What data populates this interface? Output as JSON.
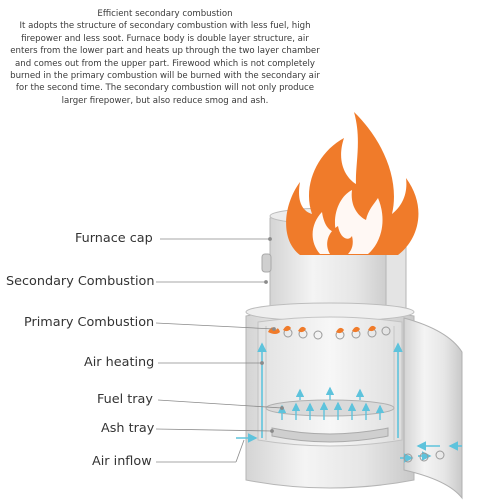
{
  "description": {
    "heading": "Efficient secondary combustion",
    "body": "It adopts the structure of secondary combustion with less fuel, high firepower and less soot. Furnace body is double layer structure, air enters from the lower part and heats up through the two layer chamber and comes out from the upper part. Firewood which is not completely burned in the primary combustion will be burned with the secondary air for the second time. The secondary combustion will not only produce larger firepower, but also reduce smog and ash."
  },
  "labels": {
    "furnace_cap": "Furnace cap",
    "secondary_combustion": "Secondary Combustion",
    "primary_combustion": "Primary Combustion",
    "air_heating": "Air heating",
    "fuel_tray": "Fuel tray",
    "ash_tray": "Ash tray",
    "air_inflow": "Air inflow"
  },
  "colors": {
    "flame": "#f07b2a",
    "air_arrow": "#5ec3dc",
    "stove_metal": "#e8e8e8",
    "label_text": "#333333"
  }
}
